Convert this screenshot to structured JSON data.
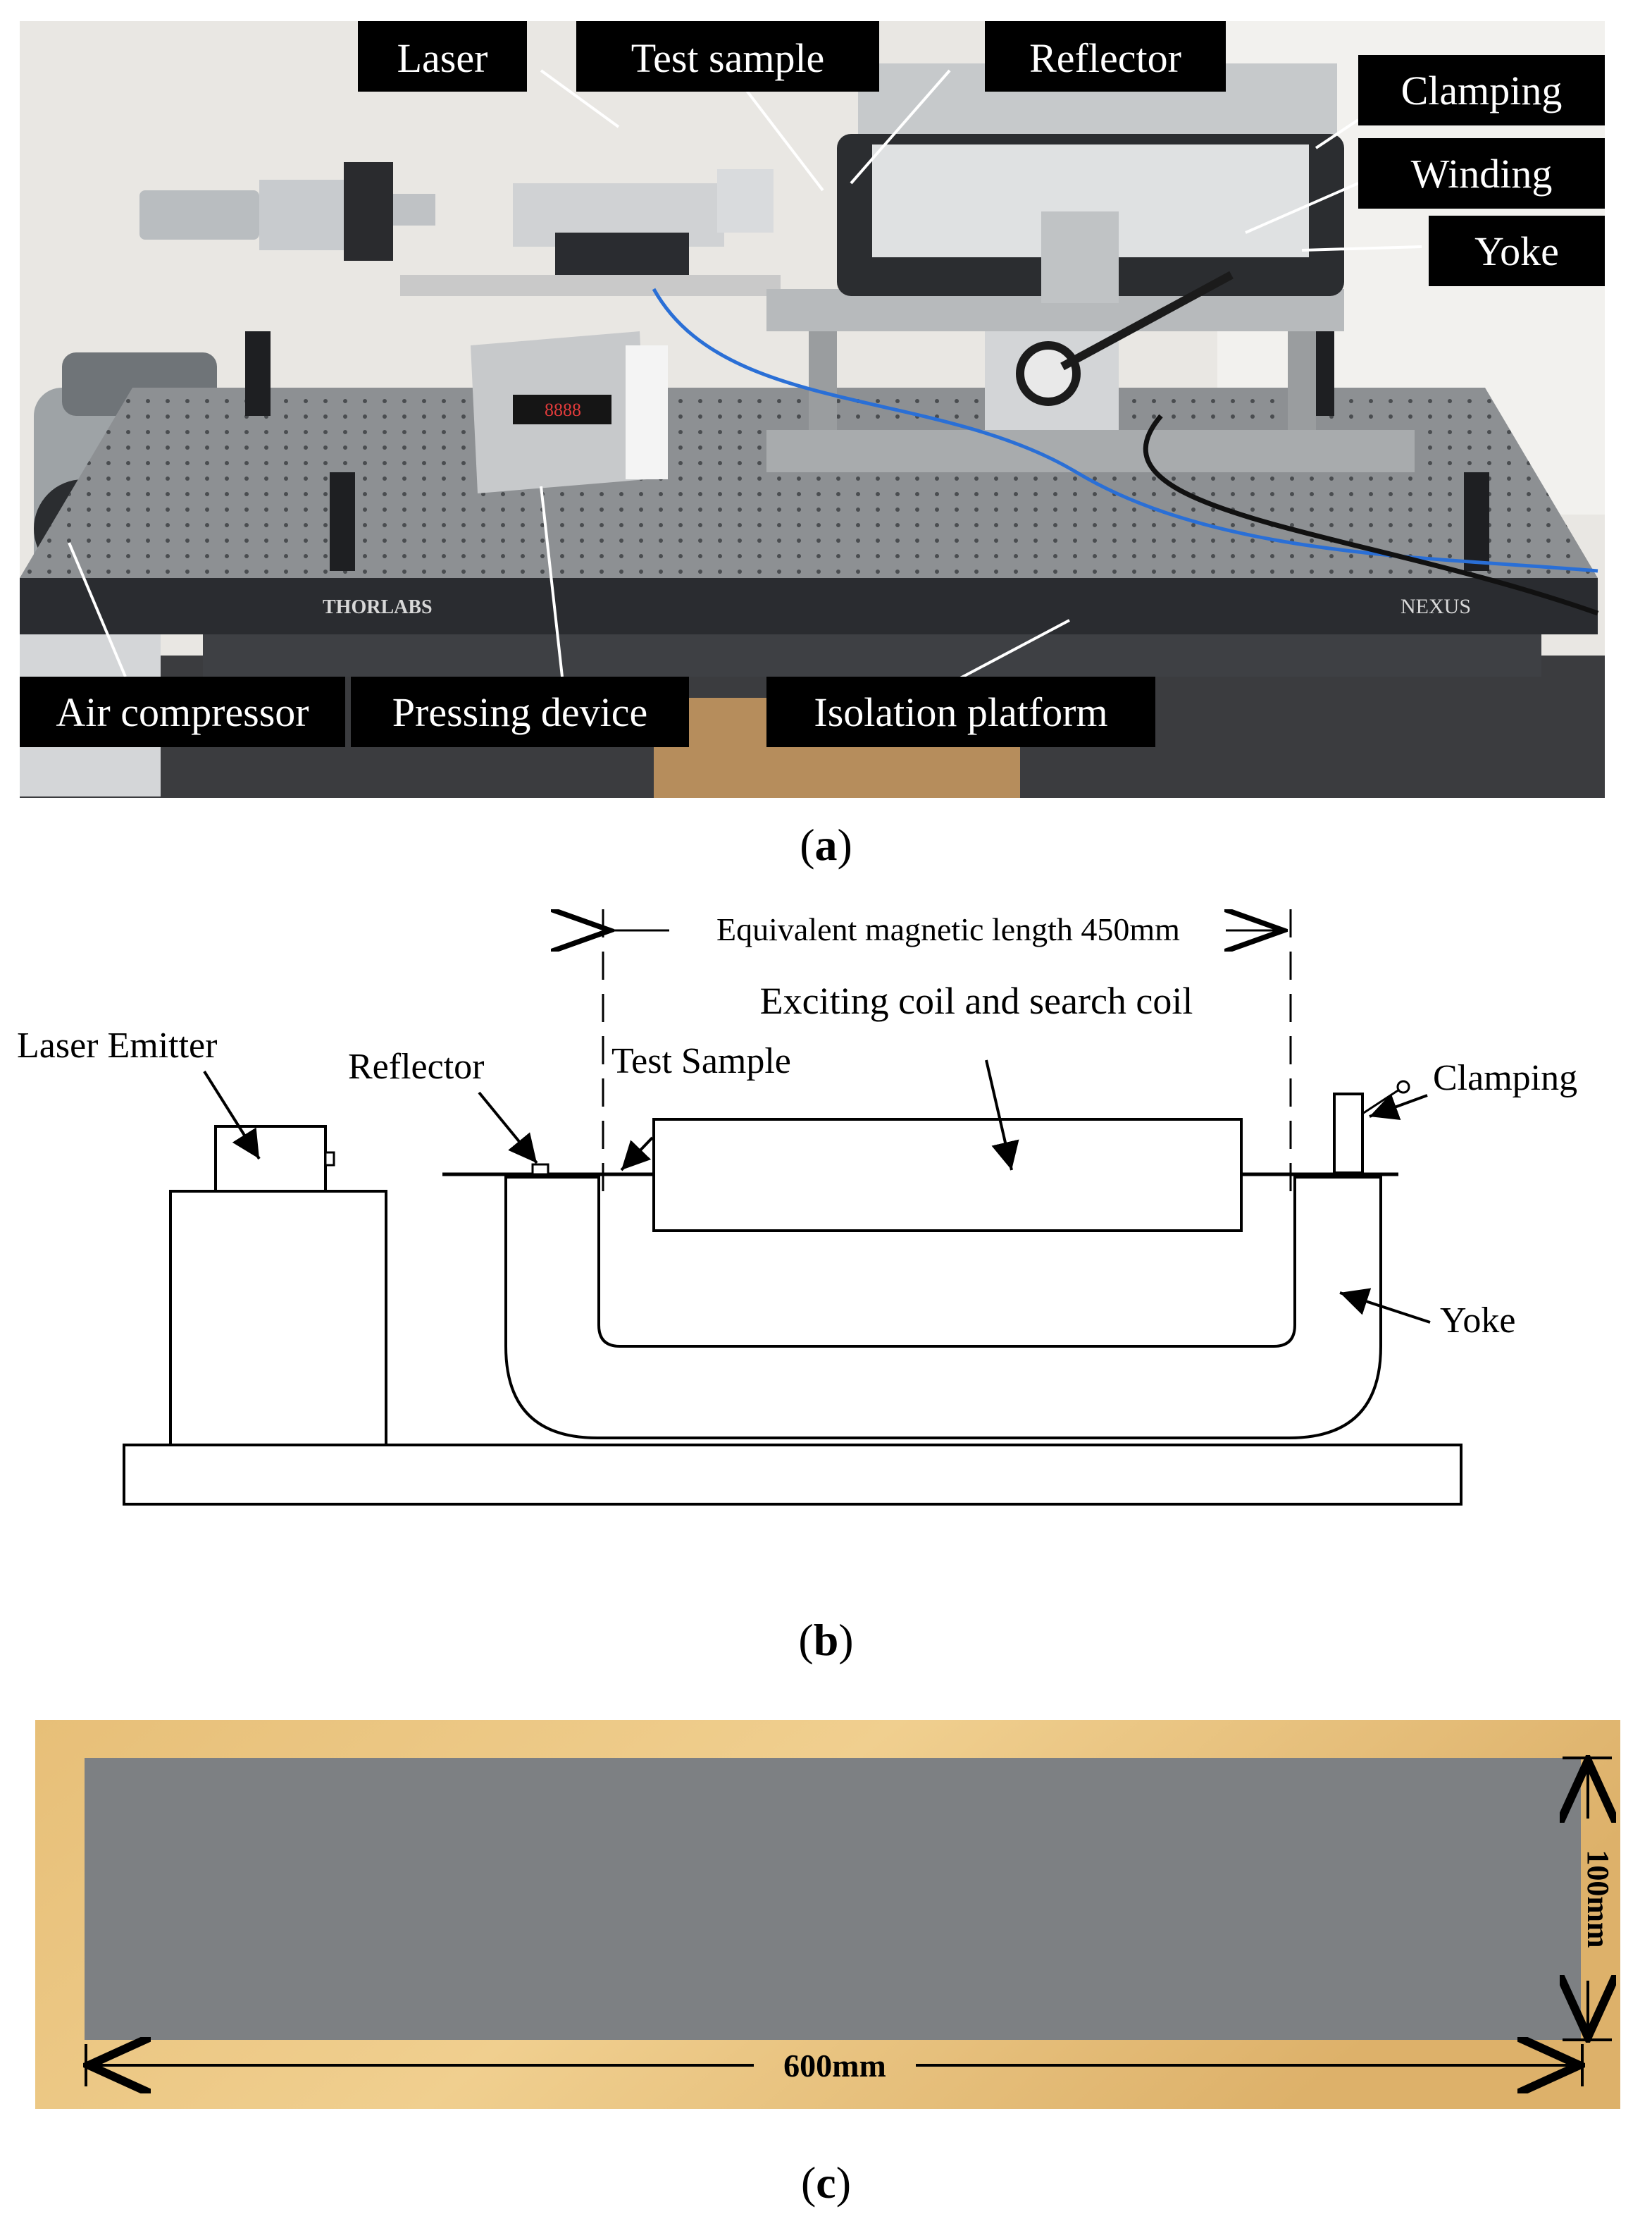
{
  "panel_a": {
    "caption_letter": "a",
    "callouts": {
      "laser": "Laser",
      "test_sample": "Test sample",
      "reflector": "Reflector",
      "clamping": "Clamping",
      "winding": "Winding",
      "yoke": "Yoke",
      "air_compressor": "Air compressor",
      "pressing_device": "Pressing device",
      "isolation_platform": "Isolation platform"
    },
    "brand_left": "THORLABS",
    "brand_right": "NEXUS",
    "display_readout": "8888"
  },
  "panel_b": {
    "caption_letter": "b",
    "dimension_label": "Equivalent magnetic length 450mm",
    "labels": {
      "laser_emitter": "Laser Emitter",
      "reflector": "Reflector",
      "test_sample": "Test Sample",
      "coil": "Exciting coil and search coil",
      "clamping": "Clamping",
      "yoke": "Yoke"
    }
  },
  "panel_c": {
    "caption_letter": "c",
    "height_dimension": "100mm",
    "width_dimension": "600mm"
  },
  "colors": {
    "callout_bg": "#000000",
    "callout_text": "#ffffff",
    "wood": "#e8c27a",
    "sample_gray": "#7d8083",
    "blue_cable": "#2a6fd6"
  }
}
